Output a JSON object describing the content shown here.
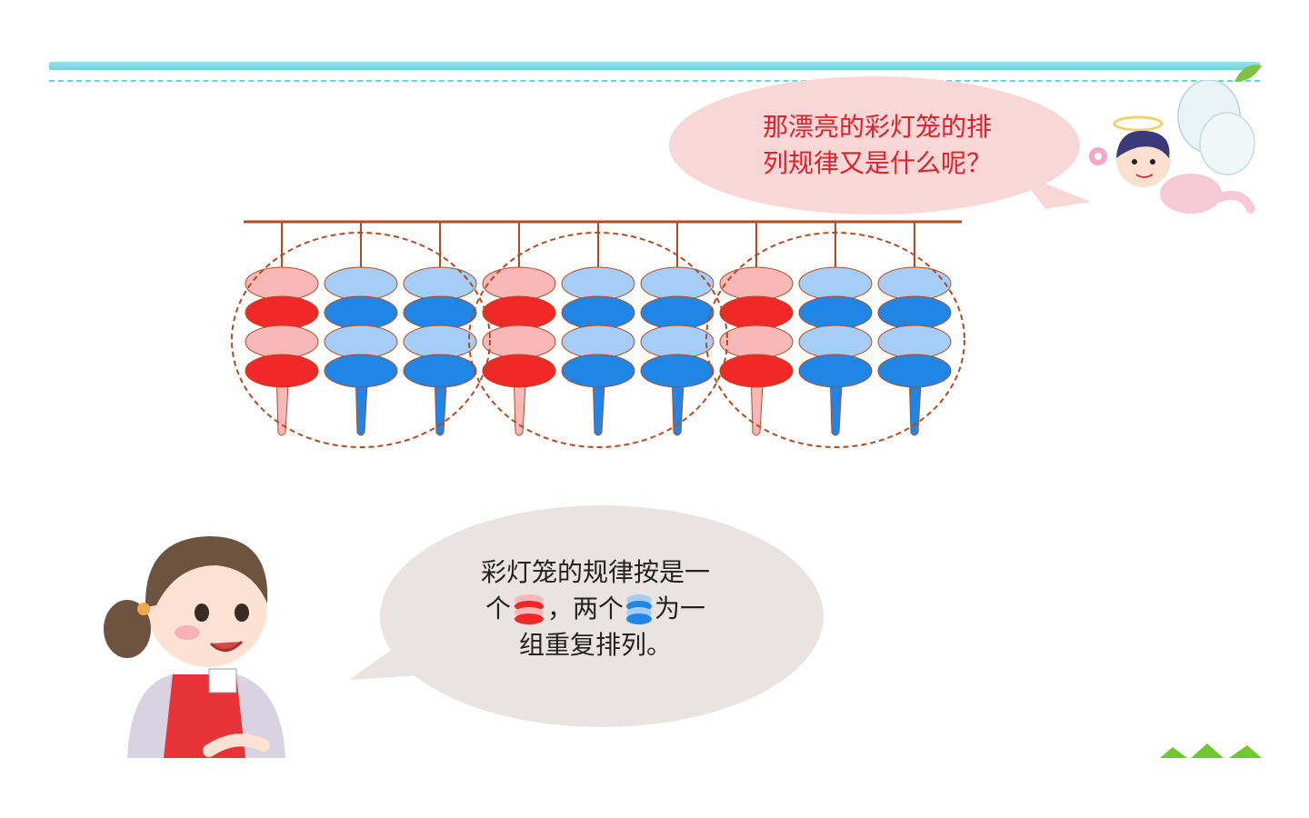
{
  "fairy_bubble": {
    "line1": "那漂亮的彩灯笼的排",
    "line2": "列规律又是什么呢？"
  },
  "girl_bubble": {
    "line1": "彩灯笼的规律按是一",
    "line2_a": "个",
    "line2_b": "，两个",
    "line2_c": "为一",
    "line3": "组重复排列。"
  },
  "lanterns": {
    "pattern": [
      "red",
      "blue",
      "blue",
      "red",
      "blue",
      "blue",
      "red",
      "blue",
      "blue"
    ],
    "group_size": 3,
    "group_count": 3
  },
  "colors": {
    "red_dark": "#f02828",
    "red_light": "#f8b8b8",
    "blue_dark": "#1f86e6",
    "blue_light": "#a6cdf5",
    "rod": "#b44a20",
    "group_circle": "#b44a20",
    "fairy_bubble_fill": "#f9d7d7",
    "girl_bubble_fill": "#ebe3e1"
  }
}
